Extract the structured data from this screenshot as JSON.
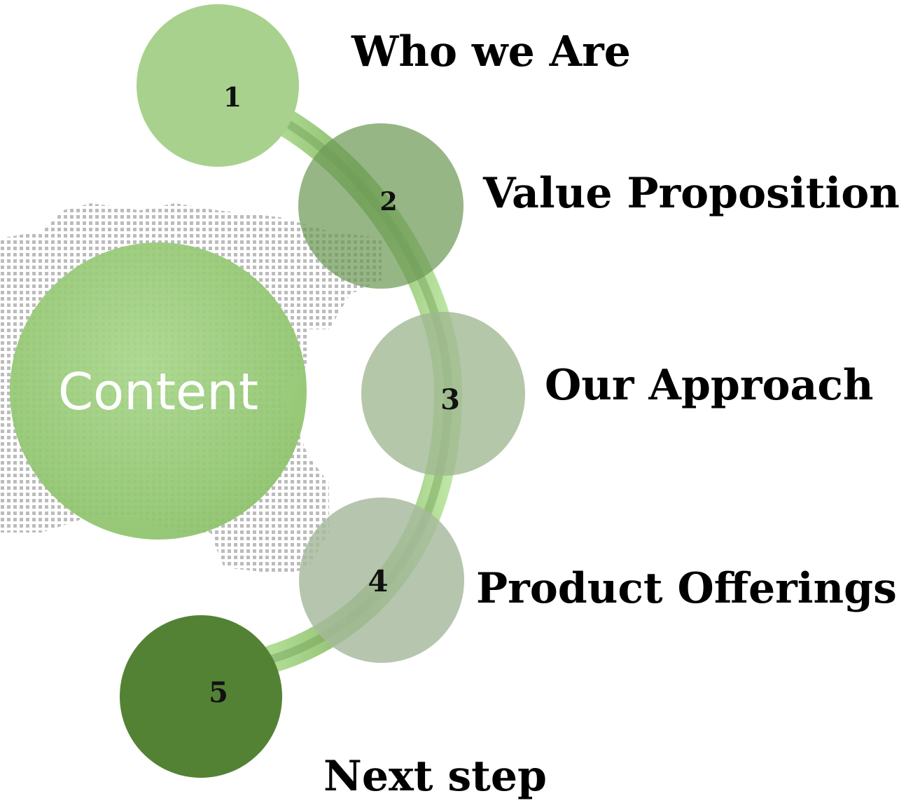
{
  "center": {
    "label": "Content"
  },
  "steps": [
    {
      "number": "1",
      "title": "Who we Are"
    },
    {
      "number": "2",
      "title": "Value Proposition"
    },
    {
      "number": "3",
      "title": "Our Approach"
    },
    {
      "number": "4",
      "title": "Product Offerings"
    },
    {
      "number": "5",
      "title": "Next step"
    }
  ],
  "colors": {
    "circle1": "#a9d18e",
    "circle2": "#6e9a57",
    "circle3": "#9fb791",
    "circle4": "#a6b99c",
    "circle5": "#548235",
    "center": "#9ccc7e",
    "arc": "#8fc06b",
    "dots": "#6e6e6e"
  }
}
